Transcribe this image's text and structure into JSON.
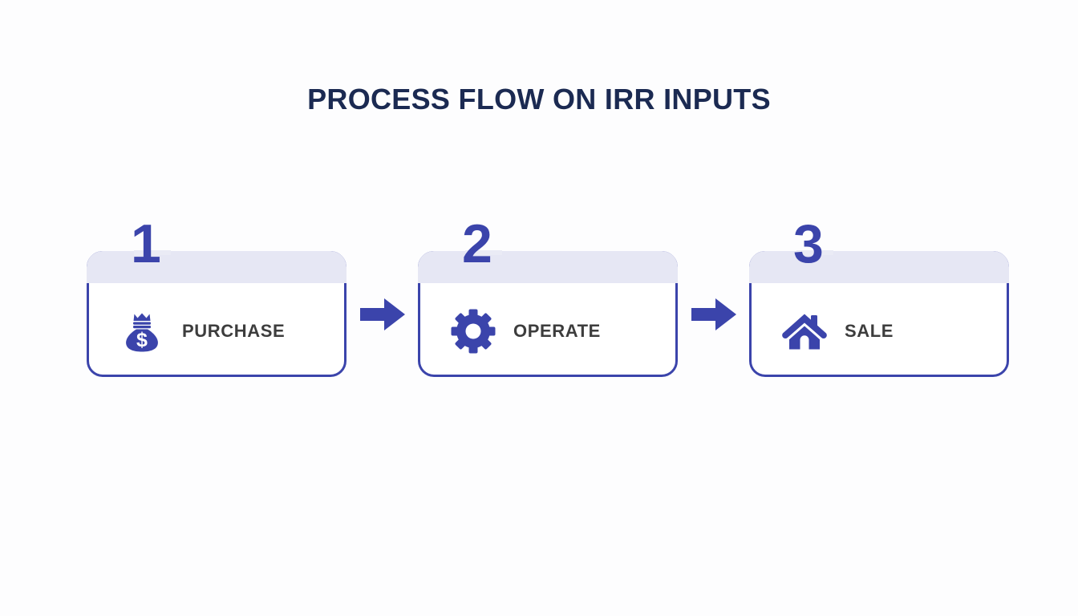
{
  "slide": {
    "title": "PROCESS FLOW ON IRR INPUTS",
    "background_color": "#fdfdfe"
  },
  "theme": {
    "title_color": "#1b2a52",
    "accent_blue": "#3b44ab",
    "card_band_color": "#e6e7f4",
    "card_background": "#ffffff",
    "label_color": "#3d3d3d",
    "arrow_color": "#3b44ab"
  },
  "flow": {
    "steps": [
      {
        "number": "1",
        "label": "PURCHASE",
        "icon": "money-bag-icon"
      },
      {
        "number": "2",
        "label": "OPERATE",
        "icon": "gear-icon"
      },
      {
        "number": "3",
        "label": "SALE",
        "icon": "house-icon"
      }
    ],
    "connectors": [
      {
        "icon": "arrow-right-icon"
      },
      {
        "icon": "arrow-right-icon"
      }
    ]
  }
}
